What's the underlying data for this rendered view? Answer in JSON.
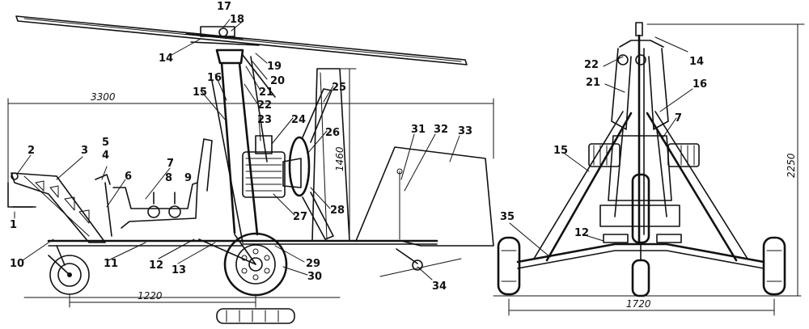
{
  "side_view": {
    "dimensions": {
      "overall_length": "3300",
      "wheel_base": "1220",
      "rear_height": "1460"
    },
    "callouts": [
      "1",
      "2",
      "3",
      "4",
      "5",
      "6",
      "7",
      "8",
      "9",
      "10",
      "11",
      "12",
      "13",
      "14",
      "15",
      "16",
      "17",
      "18",
      "19",
      "20",
      "21",
      "22",
      "23",
      "24",
      "25",
      "26",
      "27",
      "28",
      "29",
      "30",
      "31",
      "32",
      "33",
      "34"
    ]
  },
  "front_view": {
    "dimensions": {
      "track_width": "1720",
      "overall_height": "2250"
    },
    "callouts": [
      "7",
      "12",
      "14",
      "15",
      "16",
      "21",
      "22",
      "35"
    ]
  }
}
